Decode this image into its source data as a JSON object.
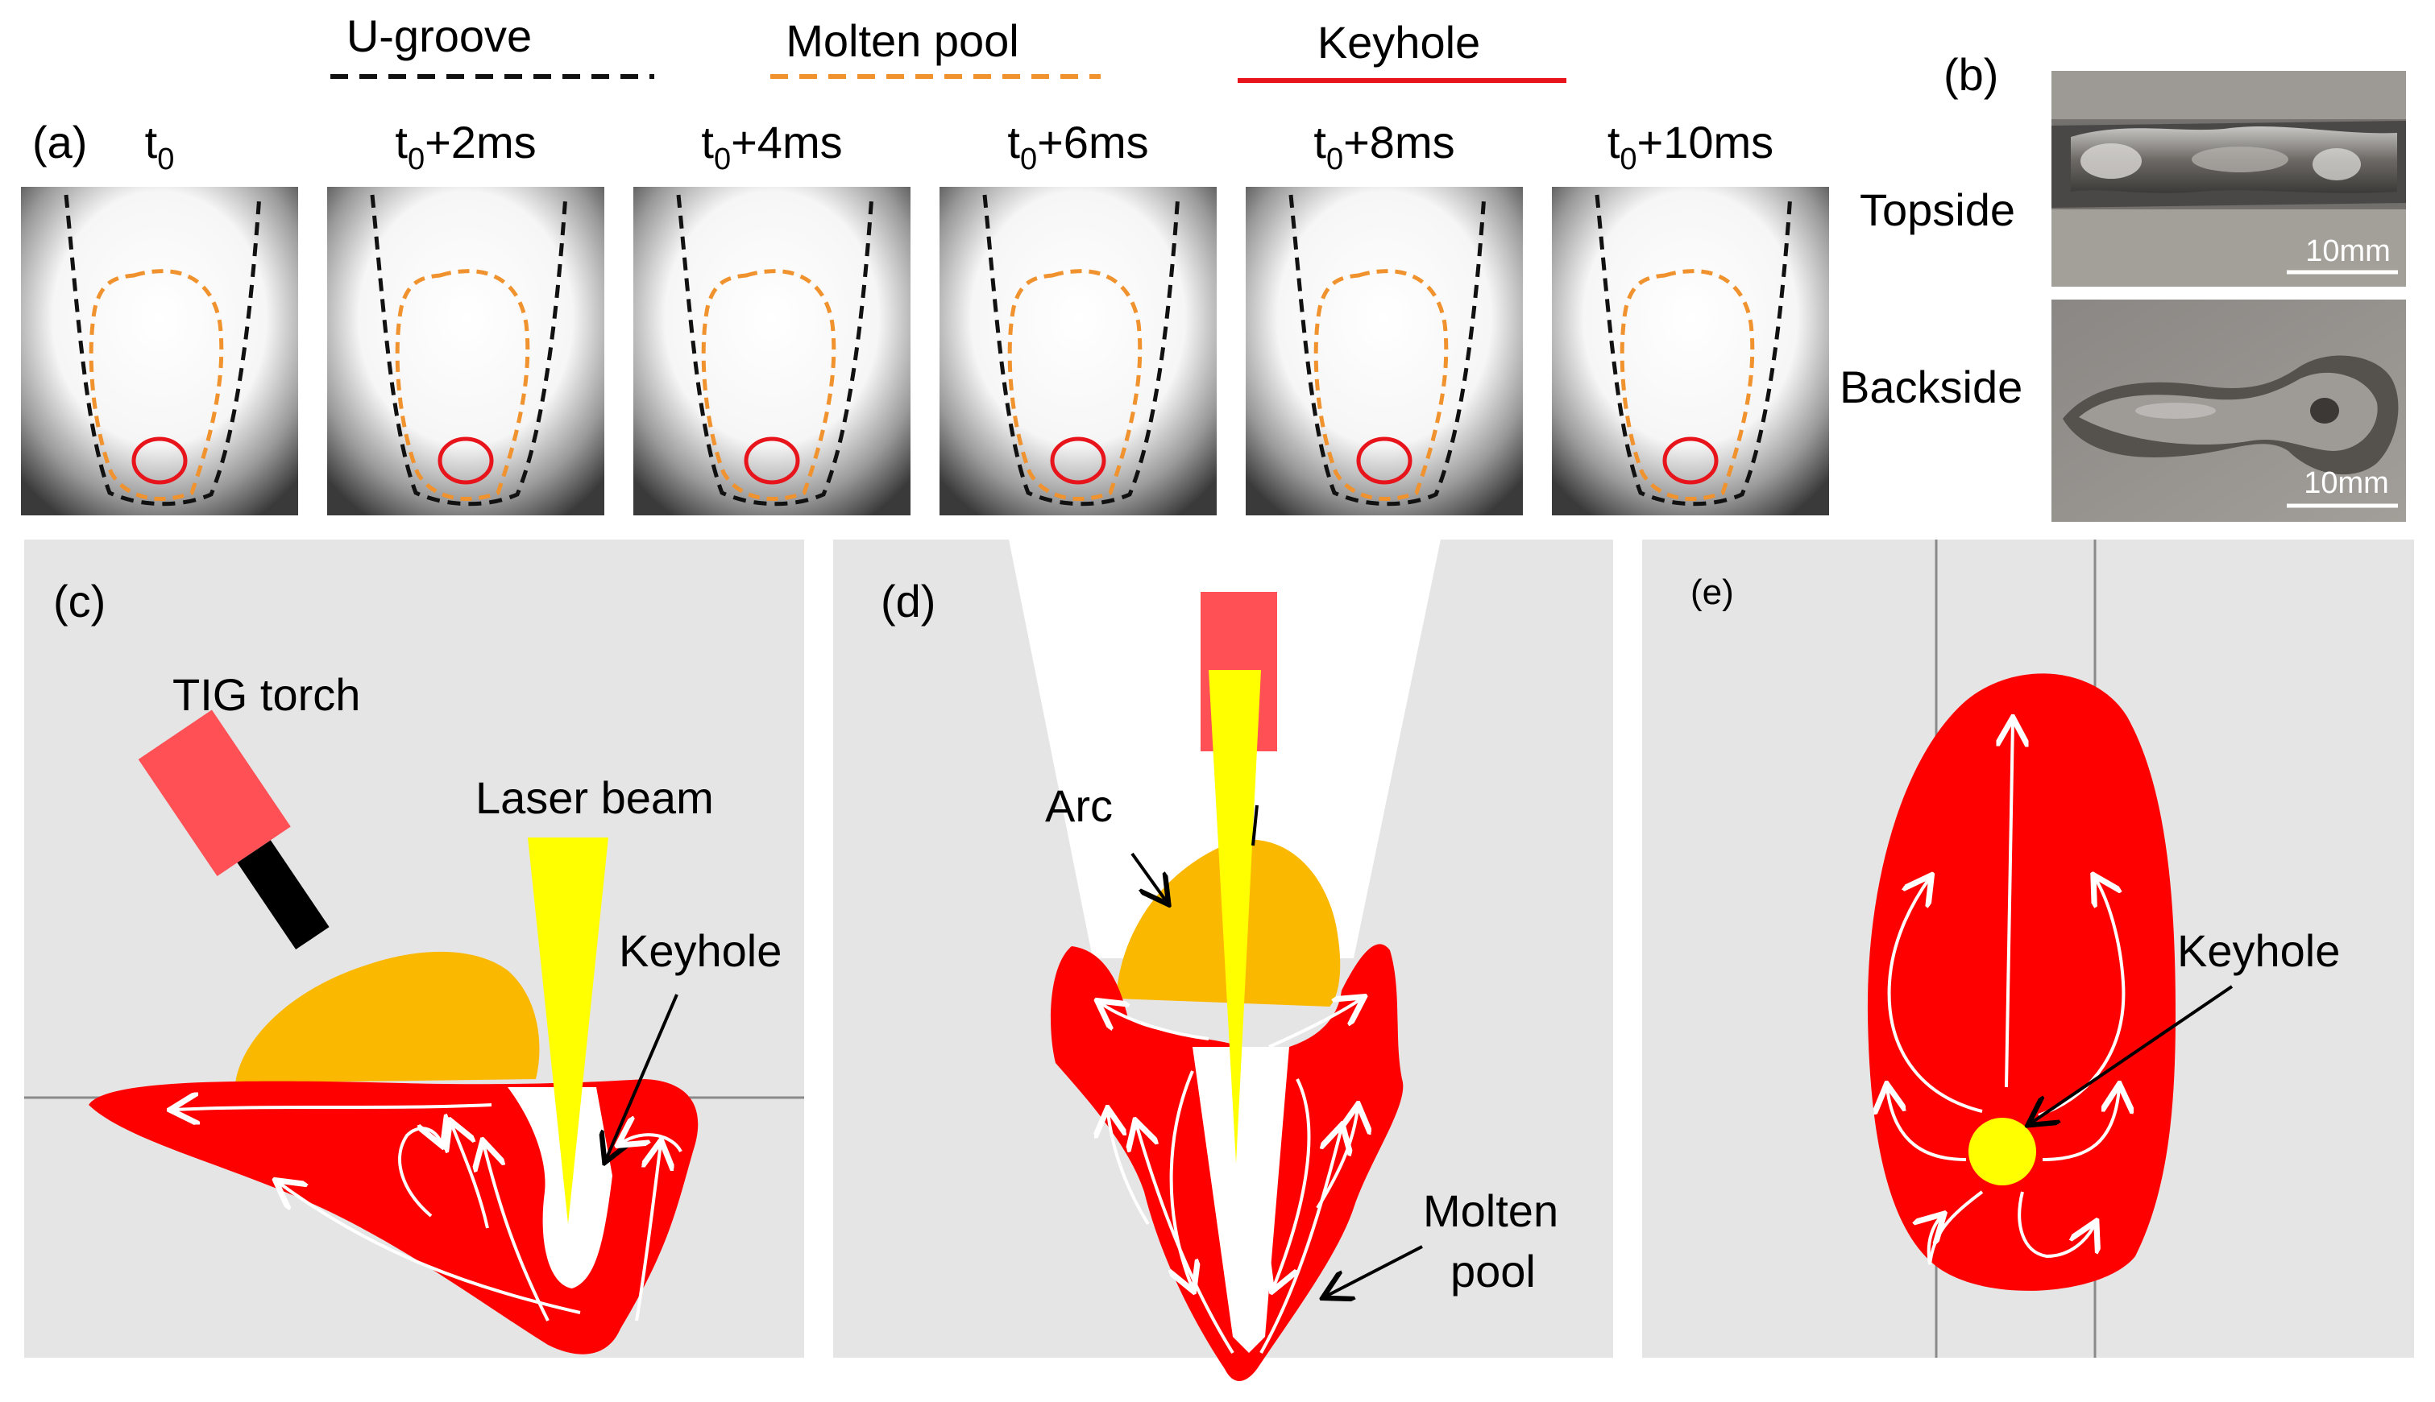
{
  "legend": {
    "ugroove": "U-groove",
    "molten_pool": "Molten pool",
    "keyhole": "Keyhole",
    "colors": {
      "ugroove": "#111111",
      "molten_pool": "#f0922e",
      "keyhole": "#e8141b"
    }
  },
  "panel_a": {
    "label": "(a)",
    "frames": [
      {
        "base": "t",
        "sub": "0",
        "suffix": ""
      },
      {
        "base": "t",
        "sub": "0",
        "suffix": "+2ms"
      },
      {
        "base": "t",
        "sub": "0",
        "suffix": "+4ms"
      },
      {
        "base": "t",
        "sub": "0",
        "suffix": "+6ms"
      },
      {
        "base": "t",
        "sub": "0",
        "suffix": "+8ms"
      },
      {
        "base": "t",
        "sub": "0",
        "suffix": "+10ms"
      }
    ]
  },
  "panel_b": {
    "label": "(b)",
    "topside": "Topside",
    "backside": "Backside",
    "scale_top": "10mm",
    "scale_bottom": "10mm"
  },
  "panel_c": {
    "label": "(c)",
    "tig_torch": "TIG torch",
    "laser_beam": "Laser beam",
    "keyhole": "Keyhole"
  },
  "panel_d": {
    "label": "(d)",
    "arc": "Arc",
    "molten_pool_line1": "Molten",
    "molten_pool_line2": "pool"
  },
  "panel_e": {
    "label": "(e)",
    "keyhole": "Keyhole"
  },
  "colors": {
    "panel_bg": "#e5e5e5",
    "melt": "#ff0000",
    "arc": "#fbb800",
    "laser": "#ffff00",
    "torch": "#ff5055"
  }
}
